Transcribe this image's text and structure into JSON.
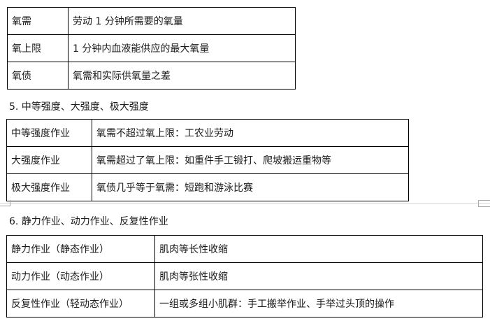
{
  "table1": {
    "rows": [
      {
        "term": "氧需",
        "definition": "劳动 1 分钟所需要的氧量"
      },
      {
        "term": "氧上限",
        "definition": "1 分钟内血液能供应的最大氧量"
      },
      {
        "term": "氧债",
        "definition": "氧需和实际供氧量之差"
      }
    ]
  },
  "section5": {
    "heading": "5. 中等强度、大强度、极大强度"
  },
  "table2": {
    "rows": [
      {
        "term": "中等强度作业",
        "definition": "氧需不超过氧上限：工农业劳动"
      },
      {
        "term": "大强度作业",
        "definition": "氧需超过了氧上限：如重件手工锻打、爬坡搬运重物等"
      },
      {
        "term": "极大强度作业",
        "definition": "氧债几乎等于氧需：短跑和游泳比赛"
      }
    ]
  },
  "section6": {
    "heading": "6. 静力作业、动力作业、反复性作业"
  },
  "table3": {
    "rows": [
      {
        "term": "静力作业（静态作业）",
        "definition": "肌肉等长性收缩"
      },
      {
        "term": "动力作业（动态作业）",
        "definition": "肌肉等张性收缩"
      },
      {
        "term": "反复性作业（轻动态作业）",
        "definition": "一组或多组小肌群：手工搬举作业、手举过头顶的操作"
      }
    ]
  }
}
